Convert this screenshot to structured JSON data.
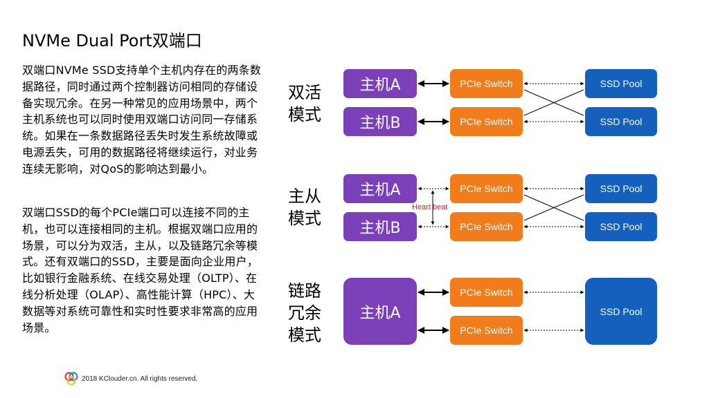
{
  "title": "NVMe Dual Port双端口",
  "paragraphs": [
    "双端口NVMe SSD支持单个主机内存在的两条数据路径，同时通过两个控制器访问相同的存储设备实现冗余。在另一种常见的应用场景中，两个主机系统也可以同时使用双端口访问同一存储系统。如果在一条数据路径丢失时发生系统故障或电源丢失，可用的数据路径将继续运行，对业务连续无影响，对QoS的影响达到最小。",
    "双端口SSD的每个PCIe端口可以连接不同的主机，也可以连接相同的主机。根据双端口应用的场景，可以分为双活，主从，以及链路冗余等模式。还有双端口的SSD，主要是面向企业用户，比如银行金融系统、在线交易处理（OLTP）、在线分析处理（OLAP）、高性能计算（HPC）、大数据等对系统可靠性和实时性要求非常高的应用场景。"
  ],
  "footer": {
    "text": "2018 KClouder.cn. All rights reserved.",
    "logo_icon": "kclouder-logo-icon"
  },
  "diagram": {
    "modes": [
      {
        "label_lines": [
          "双活",
          "模式"
        ],
        "hosts": [
          "主机A",
          "主机B"
        ],
        "switches": [
          "PCIe Switch",
          "PCIe Switch"
        ],
        "pools": [
          "SSD Pool",
          "SSD Pool"
        ]
      },
      {
        "label_lines": [
          "主从",
          "模式"
        ],
        "hosts": [
          "主机A",
          "主机B"
        ],
        "switches": [
          "PCIe Switch",
          "PCIe Switch"
        ],
        "pools": [
          "SSD Pool",
          "SSD Pool"
        ],
        "heartbeat": "Heart beat"
      },
      {
        "label_lines": [
          "链路",
          "冗余",
          "模式"
        ],
        "hosts": [
          "主机A"
        ],
        "switches": [
          "PCIe Switch",
          "PCIe Switch"
        ],
        "pools": [
          "SSD Pool"
        ]
      }
    ]
  },
  "colors": {
    "host": "#7b3fb8",
    "switch": "#f07c1c",
    "pool": "#1560bd",
    "heartbeat_text": "#c62828"
  }
}
